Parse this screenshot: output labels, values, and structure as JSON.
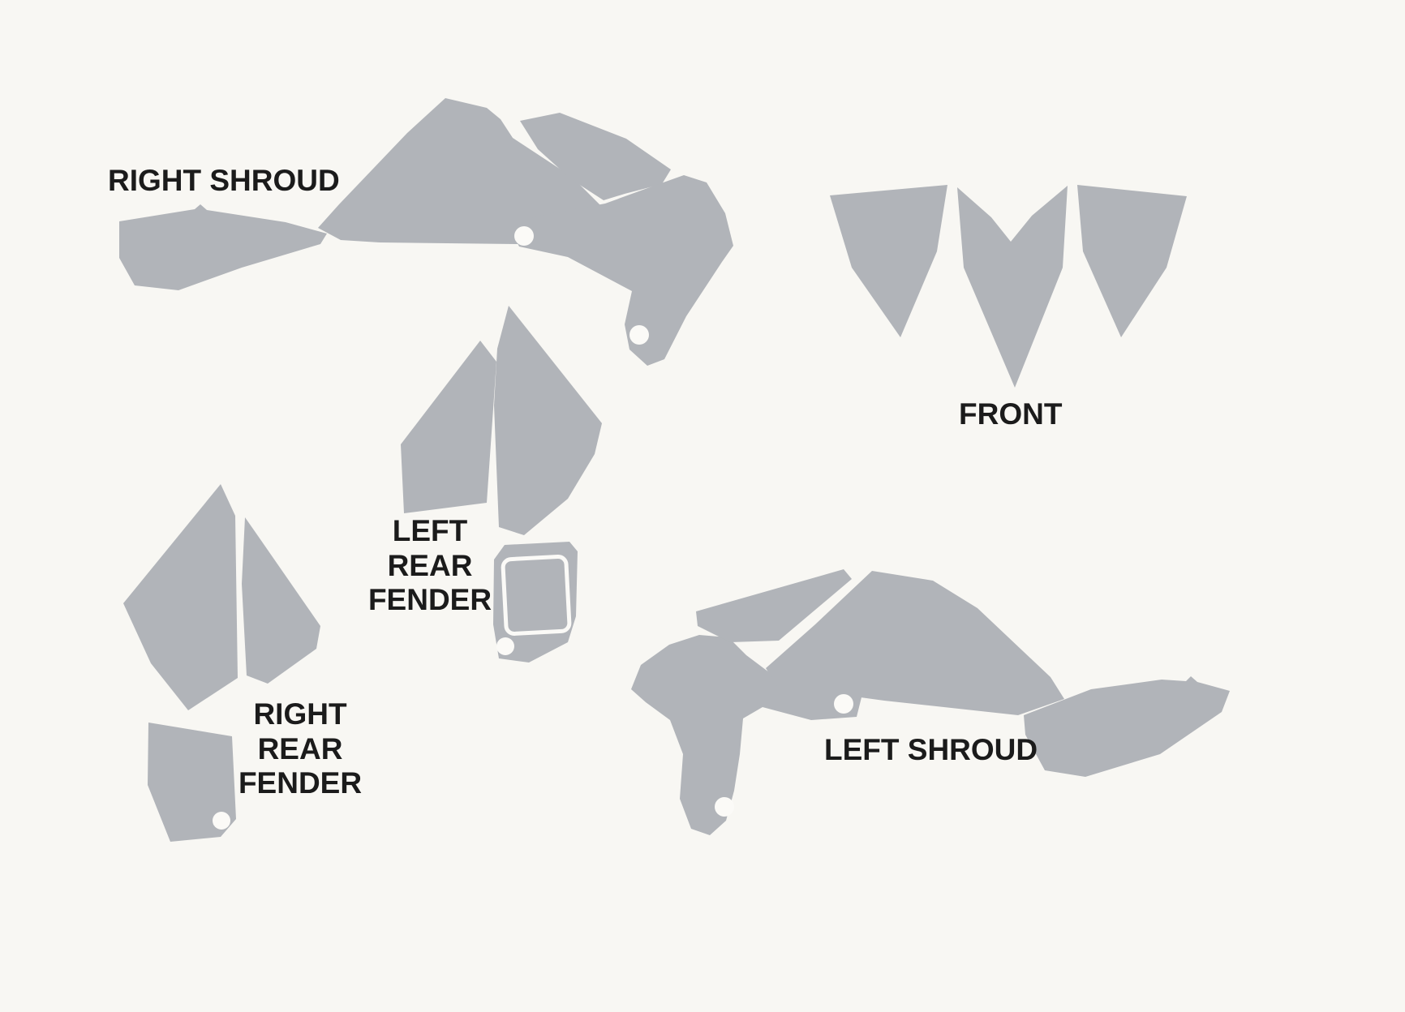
{
  "diagram": {
    "background_color": "#f8f7f3",
    "shape_color": "#b1b4b9",
    "hole_color": "#fbfaf7",
    "text_color": "#1b1b1b",
    "labels": {
      "right_shroud": "RIGHT SHROUD",
      "front": "FRONT",
      "left_rear_fender": "LEFT\nREAR\nFENDER",
      "right_rear_fender": "RIGHT\nREAR\nFENDER",
      "left_shroud": "LEFT SHROUD"
    }
  }
}
